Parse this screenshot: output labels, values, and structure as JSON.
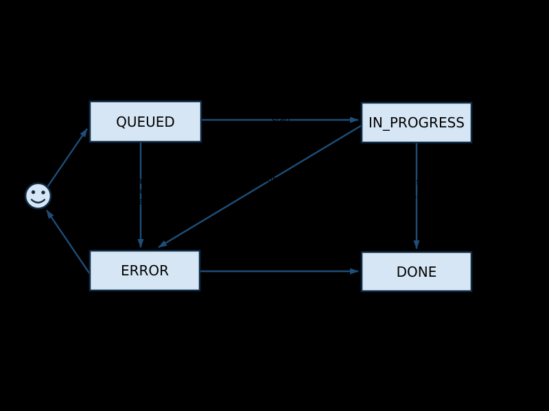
{
  "colors": {
    "background": "#000000",
    "node_fill": "#d6e6f5",
    "node_border": "#0e2c47",
    "edge": "#1e4e79",
    "node_text": "#000000",
    "edge_label_text": "#000000"
  },
  "diagram": {
    "type": "state-machine",
    "nodes": [
      {
        "id": "queued",
        "label": "QUEUED"
      },
      {
        "id": "in_progress",
        "label": "IN_PROGRESS"
      },
      {
        "id": "error",
        "label": "ERROR"
      },
      {
        "id": "done",
        "label": "DONE"
      }
    ],
    "actor": {
      "icon": "smiley-face",
      "role": "start-actor"
    },
    "edges": [
      {
        "from": "actor",
        "to": "QUEUED",
        "label": ""
      },
      {
        "from": "QUEUED",
        "to": "IN_PROGRESS",
        "label": "start"
      },
      {
        "from": "QUEUED",
        "to": "ERROR",
        "label_lines": [
          "fail",
          "to",
          "start"
        ]
      },
      {
        "from": "IN_PROGRESS",
        "to": "ERROR",
        "label": "failure"
      },
      {
        "from": "IN_PROGRESS",
        "to": "DONE",
        "label_lines": [
          "task",
          "done"
        ]
      },
      {
        "from": "ERROR",
        "to": "DONE",
        "label": ""
      },
      {
        "from": "ERROR",
        "to": "actor",
        "label": ""
      }
    ]
  }
}
